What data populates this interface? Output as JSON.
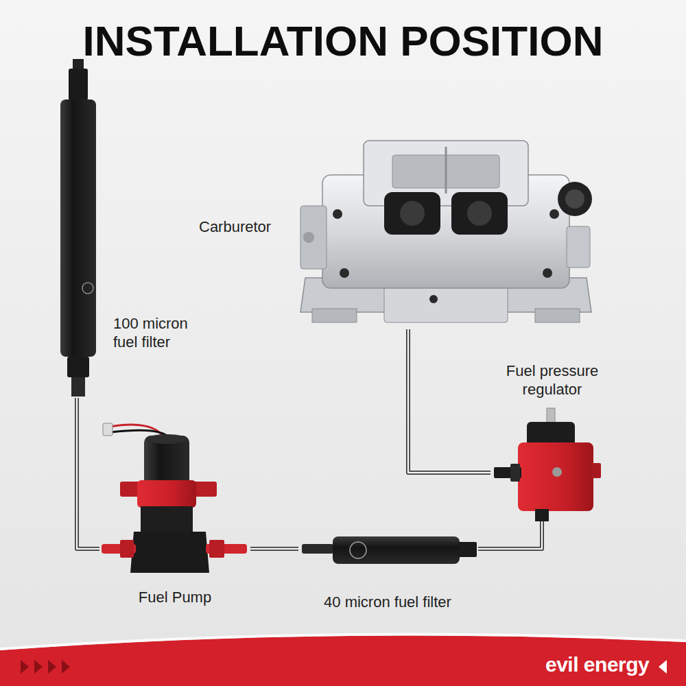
{
  "diagram": {
    "title": "INSTALLATION POSITION",
    "nodes": [
      {
        "text": [
          "Carburetor"
        ]
      },
      {
        "text": [
          "100 micron fuel filter"
        ]
      },
      {
        "text": [
          "Fuel pressure regulator"
        ]
      },
      {
        "text": [
          "Fuel Pump"
        ]
      },
      {
        "text": [
          "40 micron fuel filter"
        ]
      }
    ],
    "edges": [
      {
        "from": 1,
        "to": 3,
        "arrow": "none"
      },
      {
        "from": 3,
        "to": 4,
        "arrow": "none"
      },
      {
        "from": 4,
        "to": 2,
        "arrow": "none"
      },
      {
        "from": 2,
        "to": 0,
        "arrow": "none"
      }
    ],
    "labels": [
      "evil energy"
    ]
  }
}
